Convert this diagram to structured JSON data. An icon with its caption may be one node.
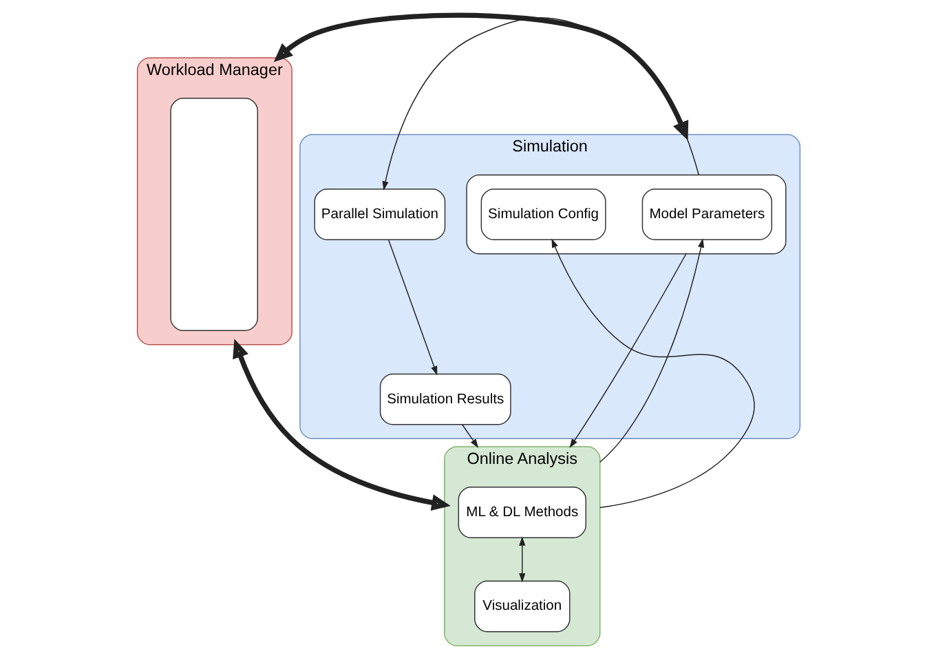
{
  "diagram": {
    "nodes": [
      {
        "text": [
          "Workload Manager"
        ]
      },
      {
        "text": [],
        "shape": "box",
        "in": 0
      },
      {
        "text": [
          "Simulation"
        ]
      },
      {
        "text": [],
        "shape": "box",
        "in": 2
      },
      {
        "text": [
          "Model Parameters"
        ],
        "in": 3
      },
      {
        "text": [
          "Simulation Config"
        ],
        "in": 3
      },
      {
        "text": [
          "Parallel Simulation"
        ],
        "in": 2
      },
      {
        "text": [
          "Simulation Results"
        ],
        "in": 2
      },
      {
        "text": [
          "Online Analysis"
        ]
      },
      {
        "text": [
          "ML & DL Methods"
        ],
        "in": 8
      },
      {
        "text": [
          "Visualization"
        ],
        "in": 8
      }
    ],
    "edges": [
      {
        "from": 0,
        "to": 2,
        "arrow": "both",
        "style": "thick"
      },
      {
        "from": 0,
        "to": 8,
        "arrow": "both",
        "style": "thick"
      },
      {
        "from": 3,
        "to": 6,
        "arrow": "to"
      },
      {
        "from": 6,
        "to": 7,
        "arrow": "to"
      },
      {
        "from": 3,
        "to": 8,
        "arrow": "to"
      },
      {
        "from": 7,
        "to": 8,
        "arrow": "to"
      },
      {
        "from": 9,
        "to": 10,
        "arrow": "both"
      },
      {
        "from": 8,
        "to": 4,
        "arrow": "to"
      },
      {
        "from": 8,
        "to": 5,
        "arrow": "to"
      }
    ]
  }
}
